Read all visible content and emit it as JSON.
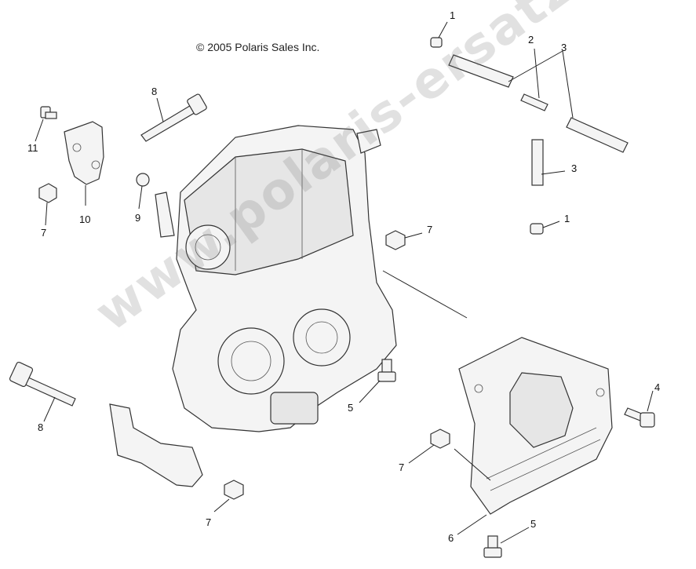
{
  "diagram": {
    "copyright": "© 2005 Polaris Sales Inc.",
    "watermark": "www.polaris-ersatzteile.de",
    "callouts": [
      {
        "id": "c1a",
        "label": "1"
      },
      {
        "id": "c2",
        "label": "2"
      },
      {
        "id": "c3a",
        "label": "3"
      },
      {
        "id": "c3b",
        "label": "3"
      },
      {
        "id": "c1b",
        "label": "1"
      },
      {
        "id": "c8a",
        "label": "8"
      },
      {
        "id": "c11",
        "label": "11"
      },
      {
        "id": "c10",
        "label": "10"
      },
      {
        "id": "c9",
        "label": "9"
      },
      {
        "id": "c7a",
        "label": "7"
      },
      {
        "id": "c7b",
        "label": "7"
      },
      {
        "id": "c4",
        "label": "4"
      },
      {
        "id": "c5a",
        "label": "5"
      },
      {
        "id": "c8b",
        "label": "8"
      },
      {
        "id": "c7c",
        "label": "7"
      },
      {
        "id": "c6",
        "label": "6"
      },
      {
        "id": "c5b",
        "label": "5"
      },
      {
        "id": "c7d",
        "label": "7"
      }
    ]
  }
}
